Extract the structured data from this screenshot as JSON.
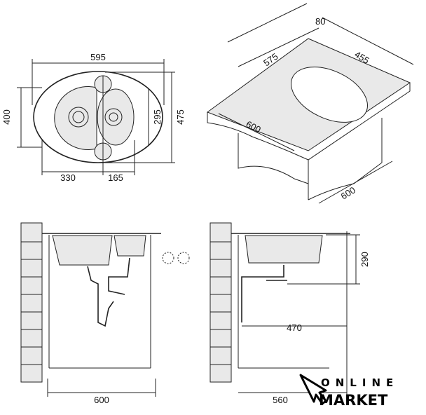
{
  "plan_view": {
    "width": "595",
    "height_inner": "400",
    "height_outer": "475",
    "bowl_depth": "295",
    "main_bowl_width": "330",
    "small_bowl_width": "165"
  },
  "isometric_view": {
    "back_depth": "80",
    "cutout_width": "575",
    "cutout_depth": "455",
    "cabinet_width": "600",
    "cabinet_depth": "600"
  },
  "front_section": {
    "cabinet_width": "600"
  },
  "side_section": {
    "sink_height": "290",
    "drain_offset": "470",
    "cabinet_depth": "560"
  },
  "logo": {
    "line1": "ONLINE",
    "line2": "MARKET"
  }
}
